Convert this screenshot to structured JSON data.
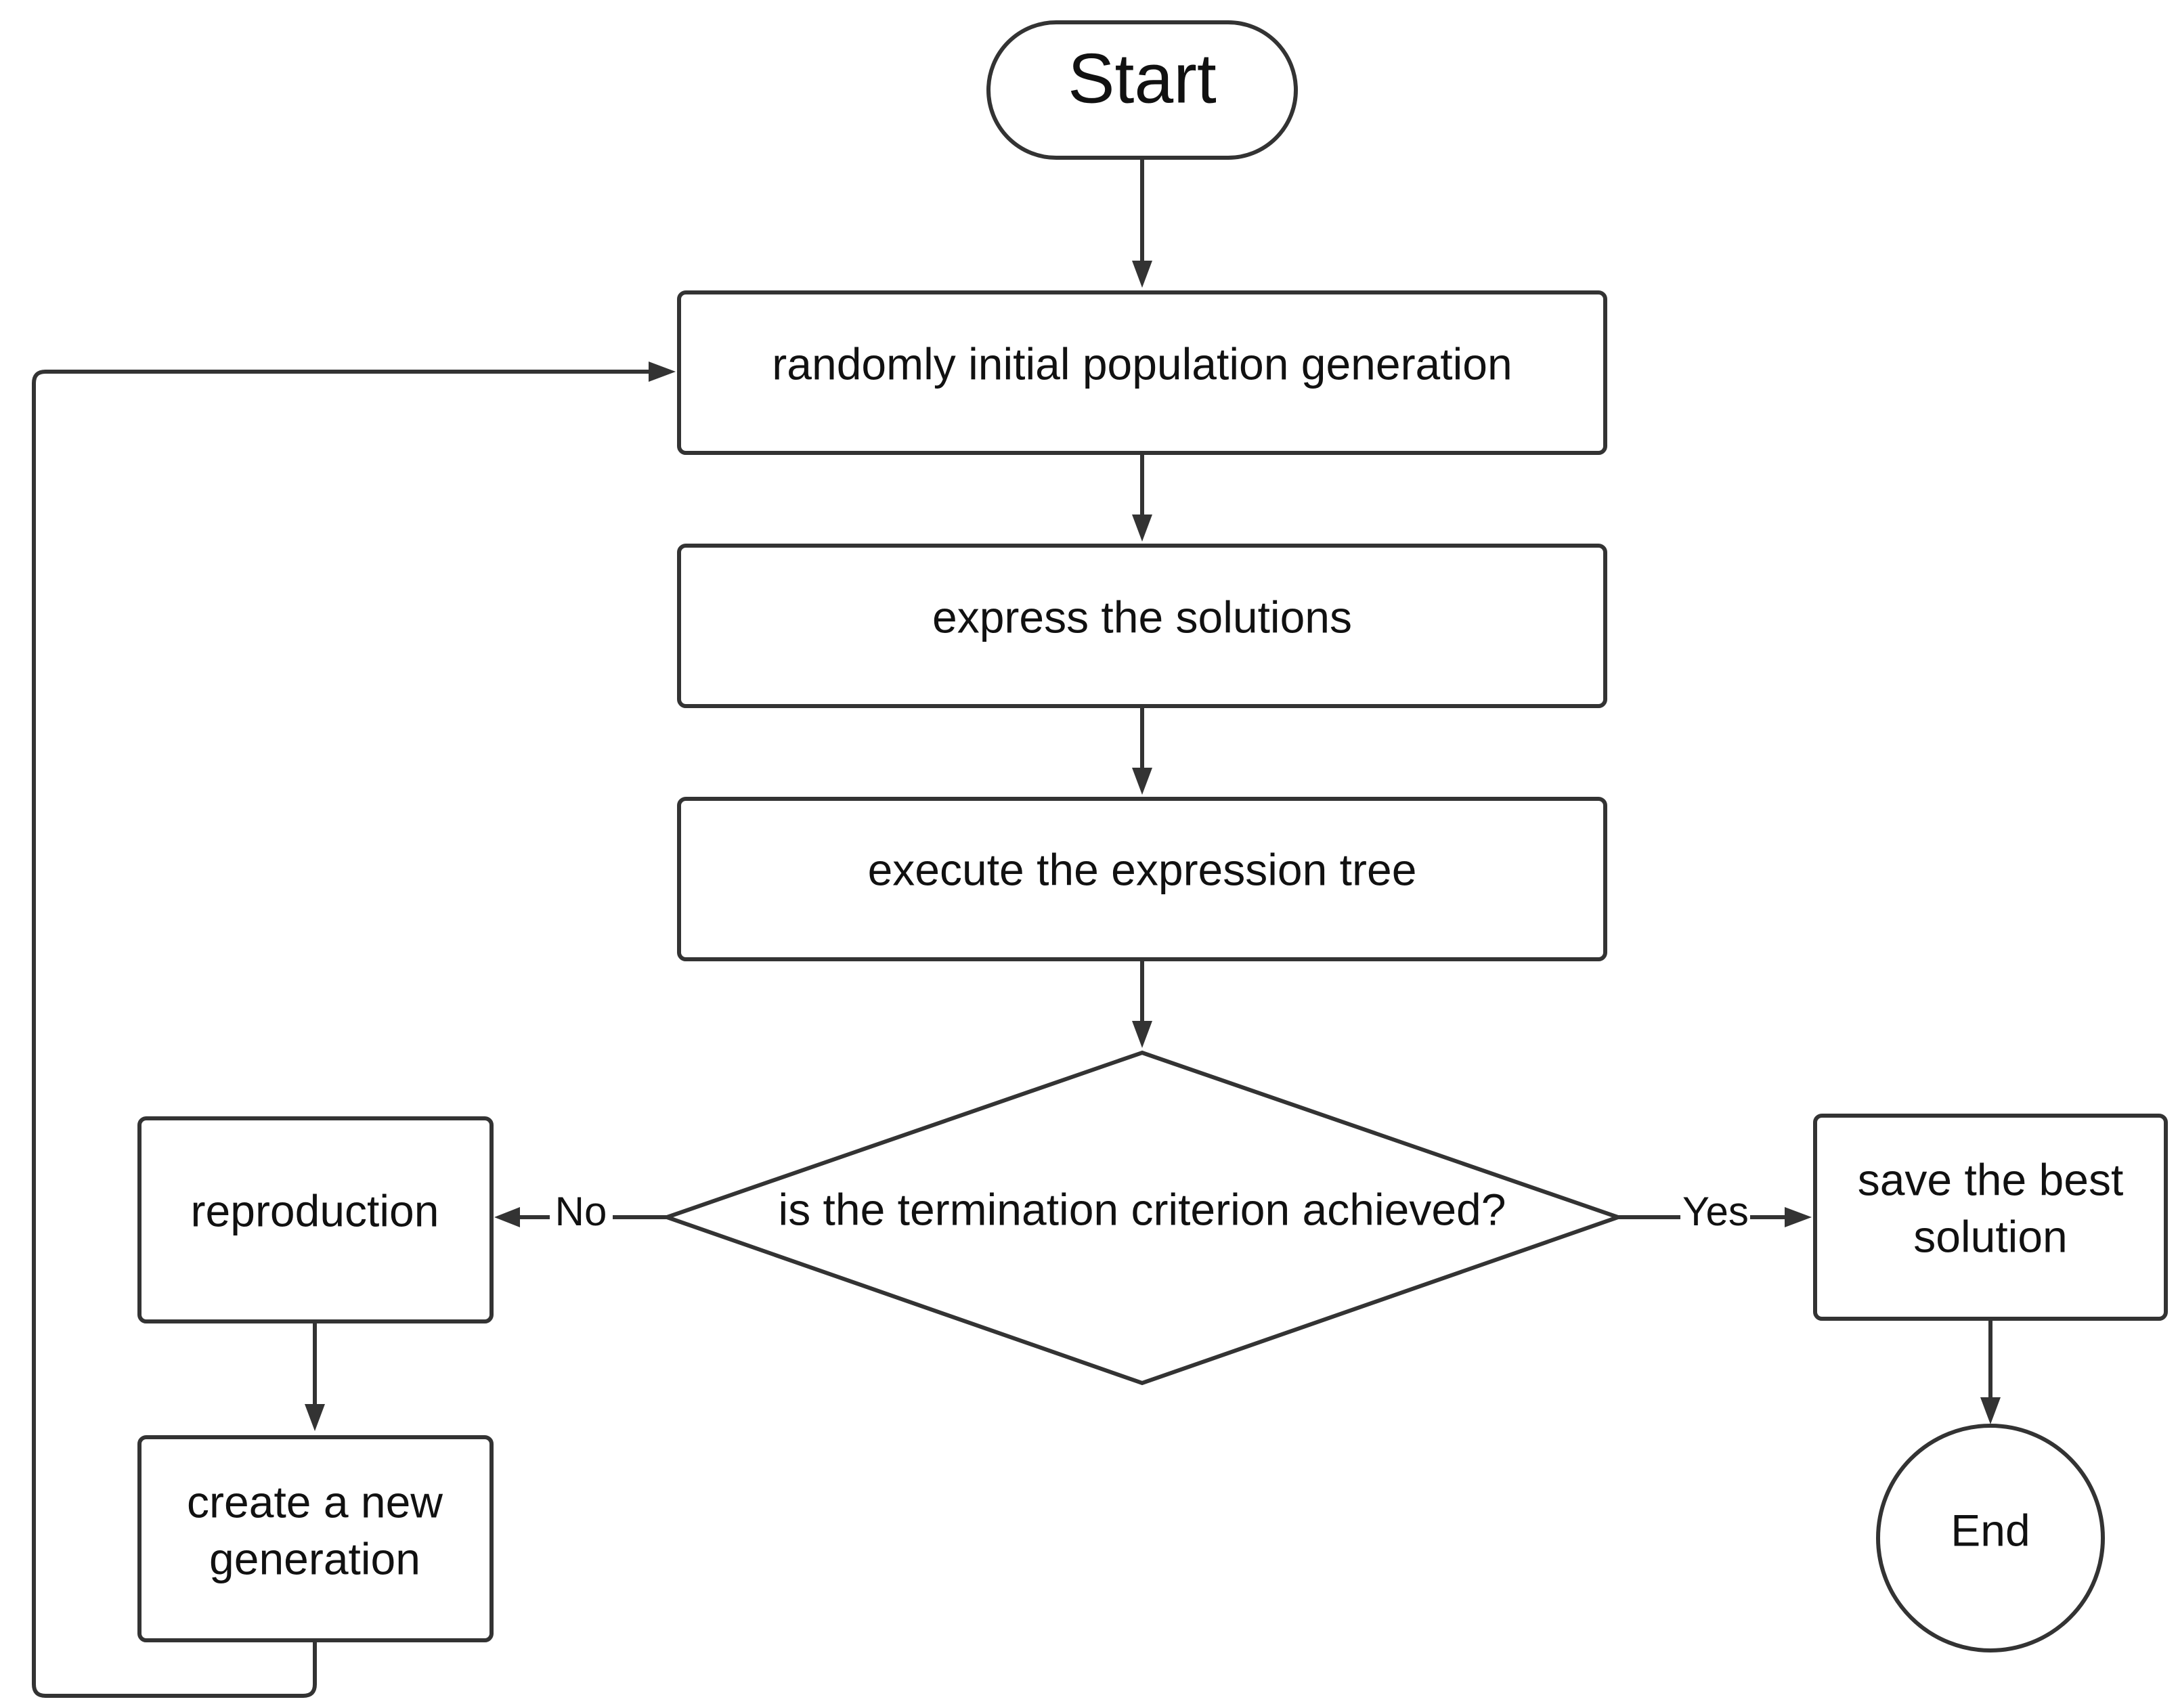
{
  "nodes": {
    "start": {
      "label": "Start"
    },
    "init_population": {
      "label": "randomly initial population generation"
    },
    "express": {
      "label": "express the solutions"
    },
    "execute": {
      "label": "execute the expression tree"
    },
    "decision": {
      "label": "is the termination criterion achieved?"
    },
    "reproduction": {
      "label": "reproduction"
    },
    "new_generation": {
      "label_line1": "create a new",
      "label_line2": "generation"
    },
    "save_best": {
      "label_line1": "save the best",
      "label_line2": "solution"
    },
    "end": {
      "label": "End"
    }
  },
  "edges": {
    "no_label": "No",
    "yes_label": "Yes"
  },
  "colors": {
    "stroke": "#333333",
    "fill": "#ffffff",
    "text": "#111111"
  }
}
